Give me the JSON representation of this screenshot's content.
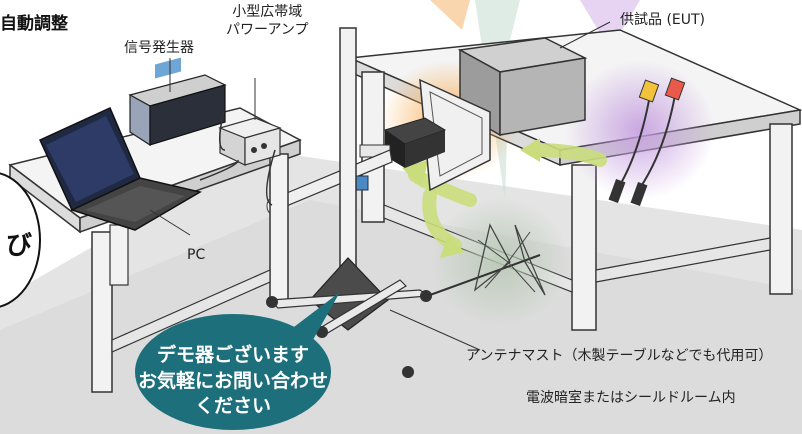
{
  "labels": {
    "auto_adjust": "自動調整",
    "signal_generator": "信号発生器",
    "amp_line1": "小型広帯域",
    "amp_line2": "パワーアンプ",
    "eut": "供試品 (EUT)",
    "pc": "PC",
    "mast": "アンテナマスト（木製テーブルなどでも代用可）",
    "room": "電波暗室またはシールドルーム内",
    "bubble_char": "び"
  },
  "callout": {
    "line1": "デモ器ございます",
    "line2": "お気軽にお問い合わせ",
    "line3": "ください"
  },
  "colors": {
    "callout_bg": "#1d6f7c",
    "floor": "#e3e3e3",
    "orange_glow": "#f6b25a",
    "purple_glow": "#c9a6e0",
    "green_arrow": "#c7dc78"
  }
}
